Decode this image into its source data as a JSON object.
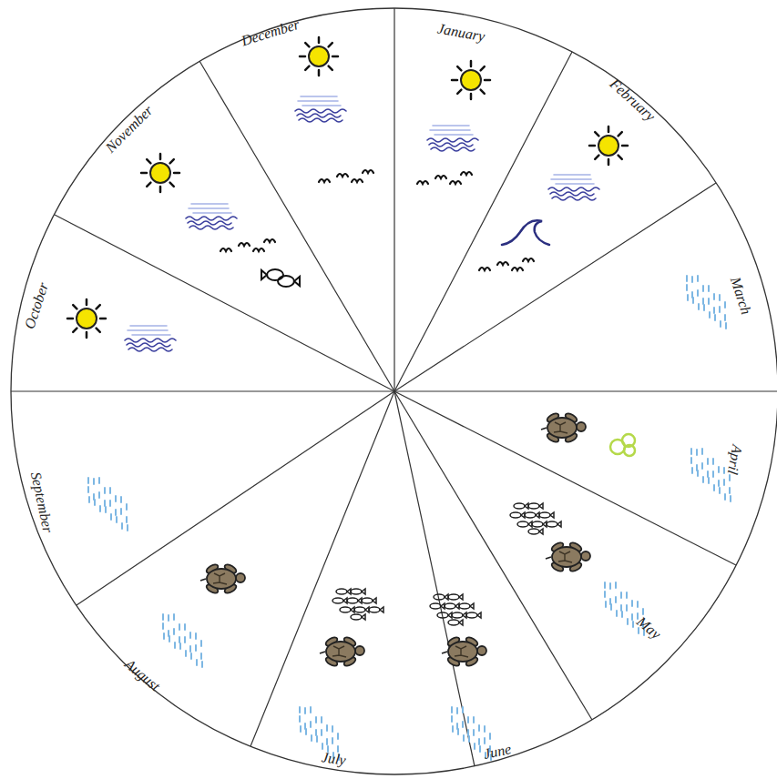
{
  "diagram": {
    "labels": [
      "January",
      "February",
      "March",
      "April",
      "May",
      "June",
      "July",
      "August",
      "September",
      "October",
      "November",
      "December"
    ]
  }
}
